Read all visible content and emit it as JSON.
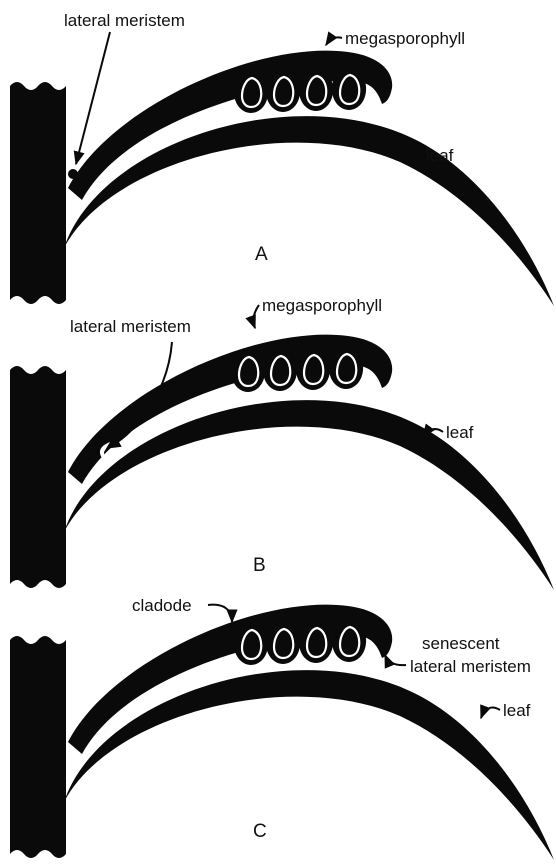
{
  "colors": {
    "ink": "#0a0a0a",
    "paper": "#ffffff"
  },
  "panels": [
    {
      "label": "A",
      "annotations": {
        "lateral_meristem": "lateral meristem",
        "megasporophyll": "megasporophyll",
        "leaf": "leaf"
      }
    },
    {
      "label": "B",
      "annotations": {
        "lateral_meristem": "lateral meristem",
        "megasporophyll": "megasporophyll",
        "leaf": "leaf"
      }
    },
    {
      "label": "C",
      "annotations": {
        "cladode": "cladode",
        "senescent": "senescent",
        "lateral_meristem": "lateral meristem",
        "leaf": "leaf"
      }
    }
  ]
}
